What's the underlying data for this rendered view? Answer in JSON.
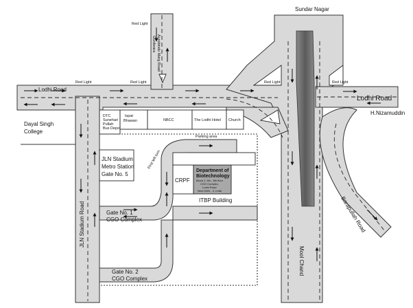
{
  "labels": {
    "sundar_nagar": "Sundar Nagar",
    "lodhi_road_left": "Lodhi Road",
    "lodhi_road_right": "Lodhi Road",
    "h_nizamuddin": "H.Nizamuddin",
    "dayal_singh_1": "Dayal Singh",
    "dayal_singh_2": "College",
    "aurobindo_road": "Aurobindo Marg Road",
    "aurobindo_road_2": "Gurdwara",
    "red_light_1": "Red Light",
    "red_light_2": "Red Light",
    "red_light_3": "Red Light",
    "red_light_4": "Red Light",
    "red_light_5": "Red Light",
    "dtc_1": "DTC",
    "dtc_2": "Sunehari",
    "dtc_3": "Pullah",
    "dtc_4": "Bus Depot",
    "ispat_1": "Ispat",
    "ispat_2": "Bhawan",
    "nbcc": "NBCC",
    "lodhi_hotel": "The Lodhi Hotel",
    "church": "Church",
    "jln_metro_1": "JLN Stadium",
    "jln_metro_2": "Metro Station",
    "jln_metro_3": "Gate No. 5",
    "first_left": "First left turn",
    "parking": "Parking area",
    "crpf": "CRPF",
    "dbt_title_1": "Department of",
    "dbt_title_2": "Biotechnology",
    "dbt_addr_1": "Block 2, 6th - 8th floor",
    "dbt_addr_2": "CGO Complex,",
    "dbt_addr_3": "Lodhi Road",
    "dbt_addr_4": "New Delhi - 3, India",
    "itbp": "ITBP Building",
    "gate1_1": "Gate No. 1",
    "gate1_2": "CGO Complex",
    "gate2_1": "Gate No. 2",
    "gate2_2": "CGO Complex",
    "jln_stadium_road": "JLN Stadium Road",
    "barapullah": "Barapullah Road",
    "mool_chand": "Mool Chand"
  },
  "colors": {
    "road_fill": "#d9d9d9",
    "median_dark": "#6e6e6e",
    "dbt_fill": "#a8a8a8"
  }
}
